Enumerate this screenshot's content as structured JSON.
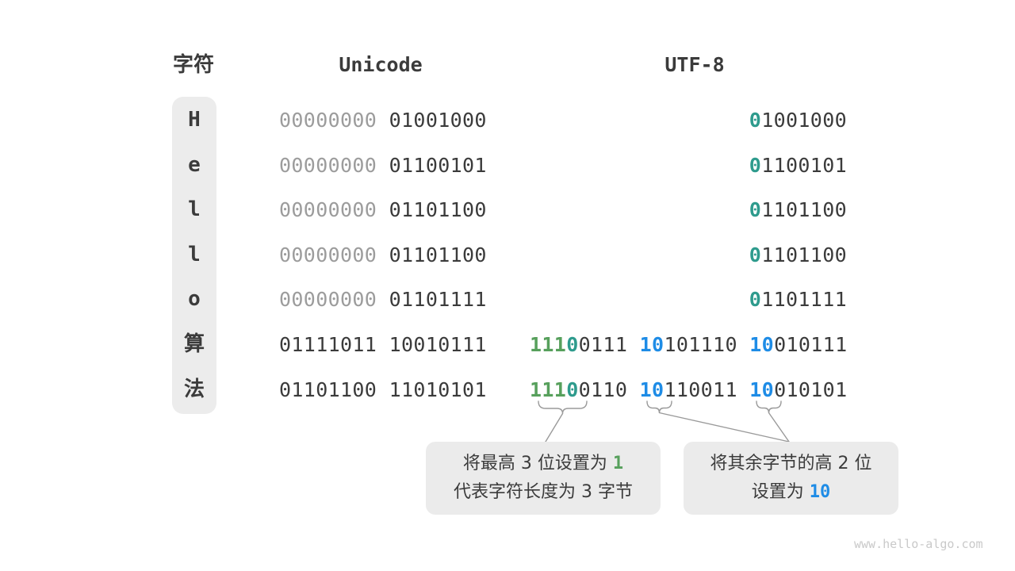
{
  "header": {
    "char": "字符",
    "unicode": "Unicode",
    "utf8": "UTF-8"
  },
  "colors": {
    "dark": "#3b3b3b",
    "gray": "#9c9c9c",
    "green": "#57a05c",
    "teal": "#2e9b8d",
    "blue": "#1e8ce6",
    "pill_background": "#ececec",
    "callout_background": "#ebebeb",
    "connector_line": "#9a9a9a",
    "watermark": "#c9c9c9"
  },
  "rows": [
    {
      "char": "H",
      "unicode": [
        {
          "t": "00000000 ",
          "c": "gray"
        },
        {
          "t": "01001000",
          "c": "dark"
        }
      ],
      "utf8": [
        {
          "t": "0",
          "c": "teal"
        },
        {
          "t": "1001000",
          "c": "dark"
        }
      ]
    },
    {
      "char": "e",
      "unicode": [
        {
          "t": "00000000 ",
          "c": "gray"
        },
        {
          "t": "01100101",
          "c": "dark"
        }
      ],
      "utf8": [
        {
          "t": "0",
          "c": "teal"
        },
        {
          "t": "1100101",
          "c": "dark"
        }
      ]
    },
    {
      "char": "l",
      "unicode": [
        {
          "t": "00000000 ",
          "c": "gray"
        },
        {
          "t": "01101100",
          "c": "dark"
        }
      ],
      "utf8": [
        {
          "t": "0",
          "c": "teal"
        },
        {
          "t": "1101100",
          "c": "dark"
        }
      ]
    },
    {
      "char": "l",
      "unicode": [
        {
          "t": "00000000 ",
          "c": "gray"
        },
        {
          "t": "01101100",
          "c": "dark"
        }
      ],
      "utf8": [
        {
          "t": "0",
          "c": "teal"
        },
        {
          "t": "1101100",
          "c": "dark"
        }
      ]
    },
    {
      "char": "o",
      "unicode": [
        {
          "t": "00000000 ",
          "c": "gray"
        },
        {
          "t": "01101111",
          "c": "dark"
        }
      ],
      "utf8": [
        {
          "t": "0",
          "c": "teal"
        },
        {
          "t": "1101111",
          "c": "dark"
        }
      ]
    },
    {
      "char": "算",
      "unicode": [
        {
          "t": "01111011 10010111",
          "c": "dark"
        }
      ],
      "utf8": [
        {
          "t": "111",
          "c": "green"
        },
        {
          "t": "0",
          "c": "teal"
        },
        {
          "t": "0111 ",
          "c": "dark"
        },
        {
          "t": "10",
          "c": "blue"
        },
        {
          "t": "101110 ",
          "c": "dark"
        },
        {
          "t": "10",
          "c": "blue"
        },
        {
          "t": "010111",
          "c": "dark"
        }
      ]
    },
    {
      "char": "法",
      "unicode": [
        {
          "t": "01101100 11010101",
          "c": "dark"
        }
      ],
      "utf8": [
        {
          "t": "111",
          "c": "green"
        },
        {
          "t": "0",
          "c": "teal"
        },
        {
          "t": "0110 ",
          "c": "dark"
        },
        {
          "t": "10",
          "c": "blue"
        },
        {
          "t": "110011 ",
          "c": "dark"
        },
        {
          "t": "10",
          "c": "blue"
        },
        {
          "t": "010101",
          "c": "dark"
        }
      ]
    }
  ],
  "callouts": [
    {
      "lines": [
        [
          {
            "t": "将最高 3 位设置为 ",
            "c": "text"
          },
          {
            "t": "1",
            "c": "green"
          }
        ],
        [
          {
            "t": "代表字符长度为 3 字节",
            "c": "text"
          }
        ]
      ]
    },
    {
      "lines": [
        [
          {
            "t": "将其余字节的高 2 位",
            "c": "text"
          }
        ],
        [
          {
            "t": "设置为 ",
            "c": "text"
          },
          {
            "t": "10",
            "c": "blue"
          }
        ]
      ]
    }
  ],
  "watermark": "www.hello-algo.com"
}
